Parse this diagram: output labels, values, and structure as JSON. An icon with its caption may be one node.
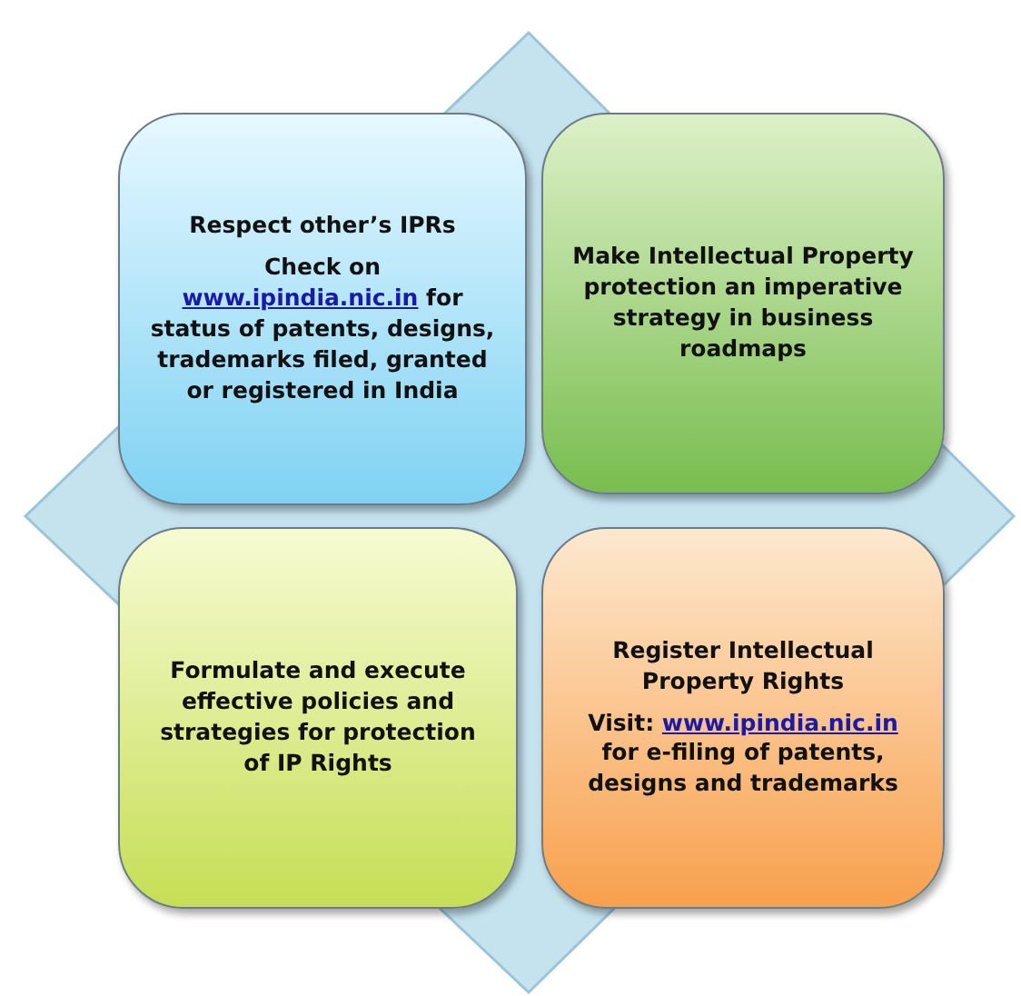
{
  "diagram": {
    "nodes": [
      {
        "text": [
          "Respect other’s IPRs",
          "Check on www.ipindia.nic.in for status of patents, designs, trademarks filed, granted or registered in India"
        ]
      },
      {
        "text": [
          "Make Intellectual Property protection an imperative strategy in business roadmaps"
        ]
      },
      {
        "text": [
          "Formulate and execute effective policies and strategies for protection of IP Rights"
        ]
      },
      {
        "text": [
          "Register Intellectual Property Rights",
          "Visit: www.ipindia.nic.in for e-filing of patents, designs and trademarks"
        ]
      }
    ]
  }
}
